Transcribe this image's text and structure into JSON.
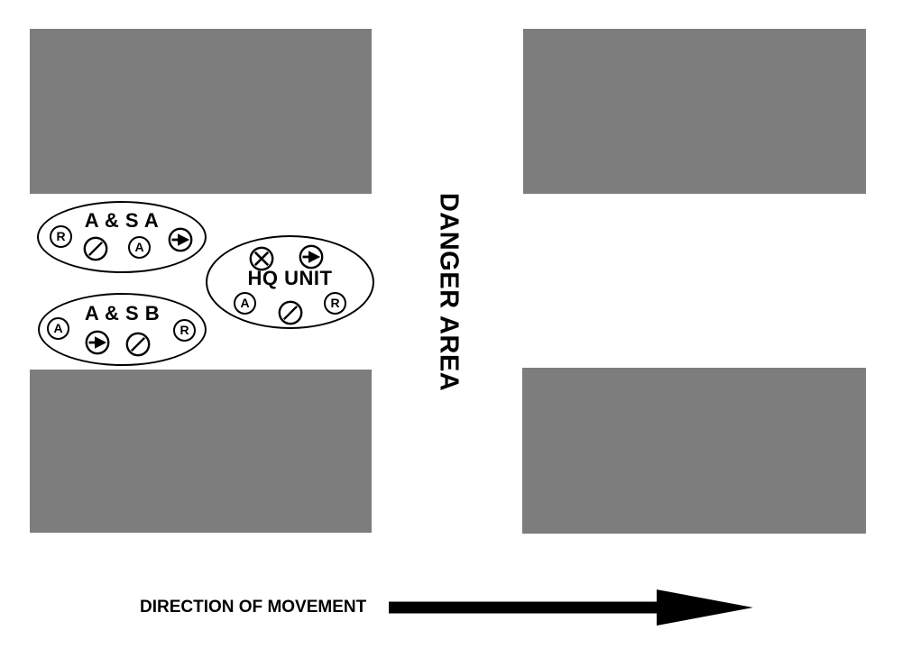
{
  "colors": {
    "area_fill": "#7d7d7d",
    "ink": "#000000",
    "background": "#ffffff"
  },
  "danger_area": {
    "label": "DANGER AREA"
  },
  "movement": {
    "label": "DIRECTION OF MOVEMENT",
    "arrow_direction": "right"
  },
  "units": [
    {
      "label": "A & S A",
      "symbols": [
        {
          "name": "r-circle",
          "glyph": "R"
        },
        {
          "name": "slash-circle"
        },
        {
          "name": "a-circle",
          "glyph": "A"
        },
        {
          "name": "arrow-right-circle"
        }
      ]
    },
    {
      "label": "A & S B",
      "symbols": [
        {
          "name": "a-circle",
          "glyph": "A"
        },
        {
          "name": "arrow-right-circle"
        },
        {
          "name": "slash-circle"
        },
        {
          "name": "r-circle",
          "glyph": "R"
        }
      ]
    },
    {
      "label": "HQ UNIT",
      "symbols": [
        {
          "name": "x-circle"
        },
        {
          "name": "arrow-right-circle"
        },
        {
          "name": "a-circle",
          "glyph": "A"
        },
        {
          "name": "slash-circle"
        },
        {
          "name": "r-circle",
          "glyph": "R"
        }
      ]
    }
  ]
}
